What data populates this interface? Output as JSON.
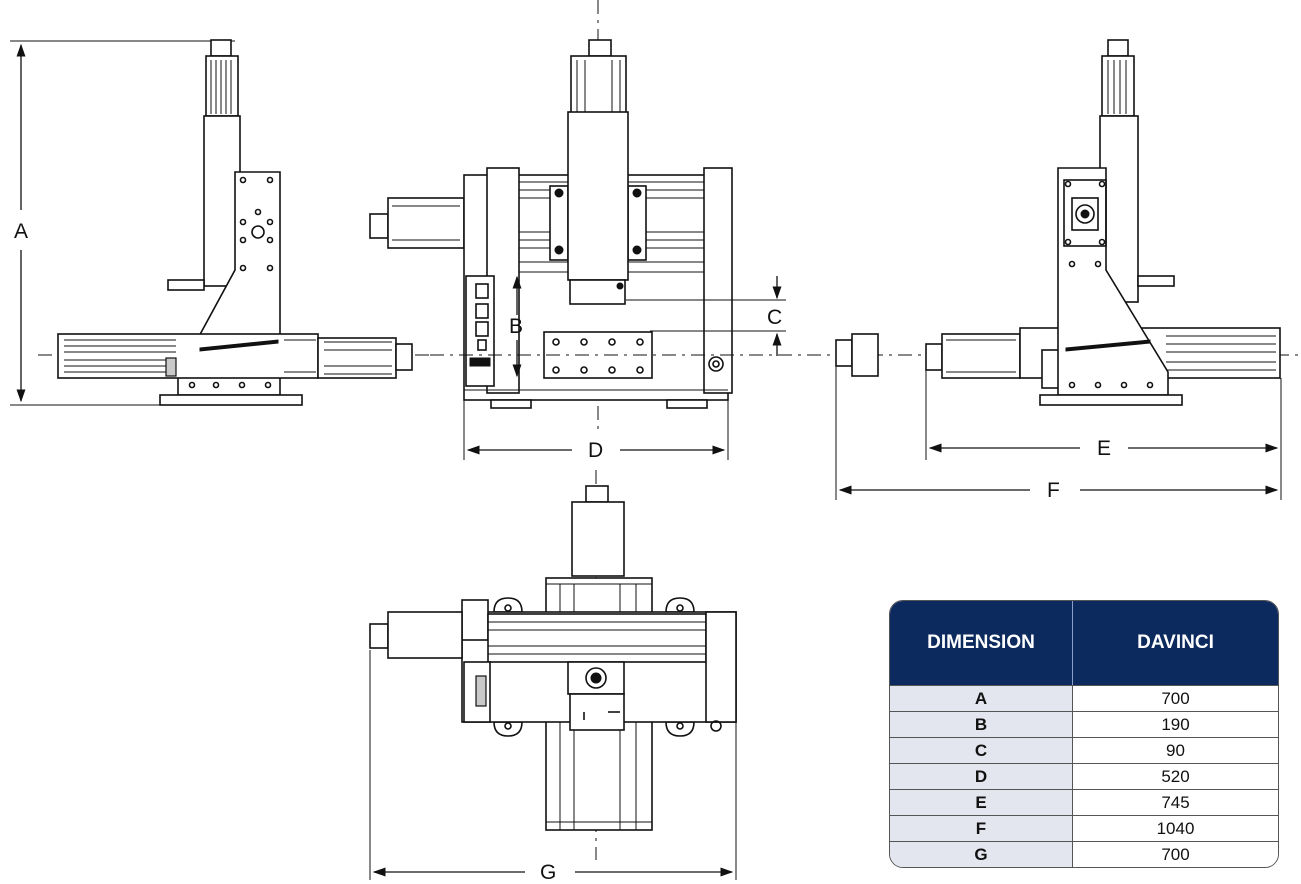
{
  "labels": {
    "a": "A",
    "b": "B",
    "c": "C",
    "d": "D",
    "e": "E",
    "f": "F",
    "g": "G"
  },
  "table": {
    "headers": [
      "DIMENSION",
      "DAVINCI"
    ],
    "rows": [
      {
        "dimension": "A",
        "value": "700"
      },
      {
        "dimension": "B",
        "value": "190"
      },
      {
        "dimension": "C",
        "value": "90"
      },
      {
        "dimension": "D",
        "value": "520"
      },
      {
        "dimension": "E",
        "value": "745"
      },
      {
        "dimension": "F",
        "value": "1040"
      },
      {
        "dimension": "G",
        "value": "700"
      }
    ]
  },
  "colors": {
    "header": "#0d2a5e",
    "key_cell": "#e3e6ee",
    "ink": "#111111"
  }
}
